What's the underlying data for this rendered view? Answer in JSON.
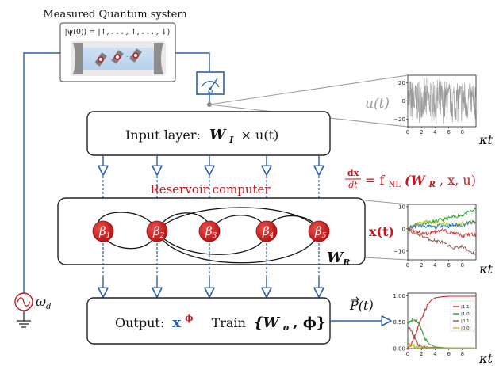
{
  "colors": {
    "wire": "#2a5fa8",
    "reservoir_red": "#c8161d",
    "neuron_fill": "#cc1f1f",
    "gray": "#9a9a9a",
    "box_stroke": "#222222"
  },
  "quantum_system": {
    "title": "Measured Quantum system",
    "state": "|ψ(0)⟩ = |↑, . . . , ↑, . . . , ↓⟩",
    "measure_label": "M"
  },
  "input_layer": {
    "label": "Input layer:",
    "formula": "W",
    "formula_sub": "I",
    "formula_tail": "× u(t)"
  },
  "ode": {
    "lhs_num": "dx",
    "lhs_den": "dt",
    "rhs": "= f",
    "rhs_sub": "NL",
    "rhs_args": "(W",
    "rhs_args_sub": "R",
    "rhs_tail": ", x, u)"
  },
  "reservoir": {
    "title": "Reservoir computer",
    "matrix": "W",
    "matrix_sub": "R",
    "neurons": [
      {
        "base": "β",
        "sub": "1"
      },
      {
        "base": "β",
        "sub": "2"
      },
      {
        "base": "β",
        "sub": "3"
      },
      {
        "base": "β",
        "sub": "4"
      },
      {
        "base": "β",
        "sub": "5"
      }
    ]
  },
  "output_layer": {
    "label": "Output:",
    "x": "x",
    "x_sup": "ϕ",
    "train": "Train",
    "params": "{W",
    "params_sub": "o",
    "params_tail": ", ϕ}"
  },
  "drive": {
    "label": "ω",
    "label_sub": "d"
  },
  "p_label": "P(t)",
  "u_label": "u(t)",
  "x_label": "x(t)",
  "kappa_t": "κt",
  "chart_data": [
    {
      "type": "line",
      "title": "",
      "series": [
        {
          "name": "",
          "description": "noise"
        }
      ],
      "x": [
        0,
        10
      ],
      "xticks": [
        "0",
        "2",
        "4",
        "6",
        "8"
      ],
      "yticks": [
        "20",
        "0",
        "−20"
      ],
      "ylim": [
        -28,
        28
      ],
      "grid": false
    },
    {
      "type": "line",
      "title": "",
      "x": [
        0,
        1,
        2,
        3,
        4,
        5,
        6,
        7,
        8,
        9,
        10
      ],
      "series": [
        {
          "name": "",
          "color": "#2ca02c",
          "values": [
            0,
            2,
            2.5,
            2.8,
            3.3,
            4,
            4.8,
            5.5,
            6.2,
            7.5,
            9
          ]
        },
        {
          "name": "",
          "color": "#bcbd22",
          "values": [
            0,
            1.5,
            2.8,
            3.2,
            2.6,
            2.5,
            2.0,
            1.4,
            2.2,
            2.8,
            3.0
          ]
        },
        {
          "name": "",
          "color": "#1f77b4",
          "values": [
            0,
            1.2,
            1.4,
            1.0,
            0.8,
            1.6,
            1.2,
            1.8,
            1.5,
            2.8,
            3.0
          ]
        },
        {
          "name": "",
          "color": "#d62728",
          "values": [
            0,
            -1,
            -2,
            -2.2,
            -1.0,
            -0.5,
            -1.5,
            -2.0,
            -3.2,
            -2.5,
            -3.0
          ]
        },
        {
          "name": "",
          "color": "#8c564b",
          "values": [
            0,
            -2,
            -3,
            -4.5,
            -5.5,
            -6,
            -8,
            -8.5,
            -8,
            -10,
            -11.5
          ]
        }
      ],
      "xticks": [
        "0",
        "2",
        "4",
        "6",
        "8"
      ],
      "yticks": [
        "10",
        "0",
        "−10"
      ],
      "ylim": [
        -14,
        11
      ],
      "grid": false
    },
    {
      "type": "line",
      "title": "",
      "x": [
        0,
        0.5,
        1,
        1.5,
        2,
        2.5,
        3,
        3.5,
        4,
        5,
        6,
        7,
        8,
        9,
        10
      ],
      "series": [
        {
          "name": "|1,1⟩",
          "color": "#d62728",
          "values": [
            0.02,
            0.08,
            0.22,
            0.4,
            0.58,
            0.72,
            0.85,
            0.92,
            0.96,
            0.98,
            0.99,
            0.99,
            0.99,
            0.99,
            0.99
          ]
        },
        {
          "name": "|1,0⟩",
          "color": "#2ca02c",
          "values": [
            0.48,
            0.52,
            0.55,
            0.5,
            0.35,
            0.2,
            0.1,
            0.06,
            0.03,
            0.02,
            0.01,
            0.01,
            0.01,
            0.01,
            0.01
          ]
        },
        {
          "name": "|0,1⟩",
          "color": "#8c564b",
          "values": [
            0.42,
            0.35,
            0.2,
            0.08,
            0.04,
            0.03,
            0.02,
            0.02,
            0.02,
            0.01,
            0.01,
            0.01,
            0.01,
            0.01,
            0.01
          ]
        },
        {
          "name": "|0,0⟩",
          "color": "#bcbd22",
          "values": [
            0.08,
            0.06,
            0.04,
            0.03,
            0.02,
            0.01,
            0.01,
            0.01,
            0.01,
            0.01,
            0.01,
            0.01,
            0.01,
            0.01,
            0.01
          ]
        }
      ],
      "xticks": [
        "0",
        "2",
        "4",
        "6",
        "8"
      ],
      "yticks": [
        "1.00",
        "0.50",
        "0.00"
      ],
      "ylim": [
        0,
        1.05
      ],
      "legend": "right",
      "grid": false
    }
  ]
}
